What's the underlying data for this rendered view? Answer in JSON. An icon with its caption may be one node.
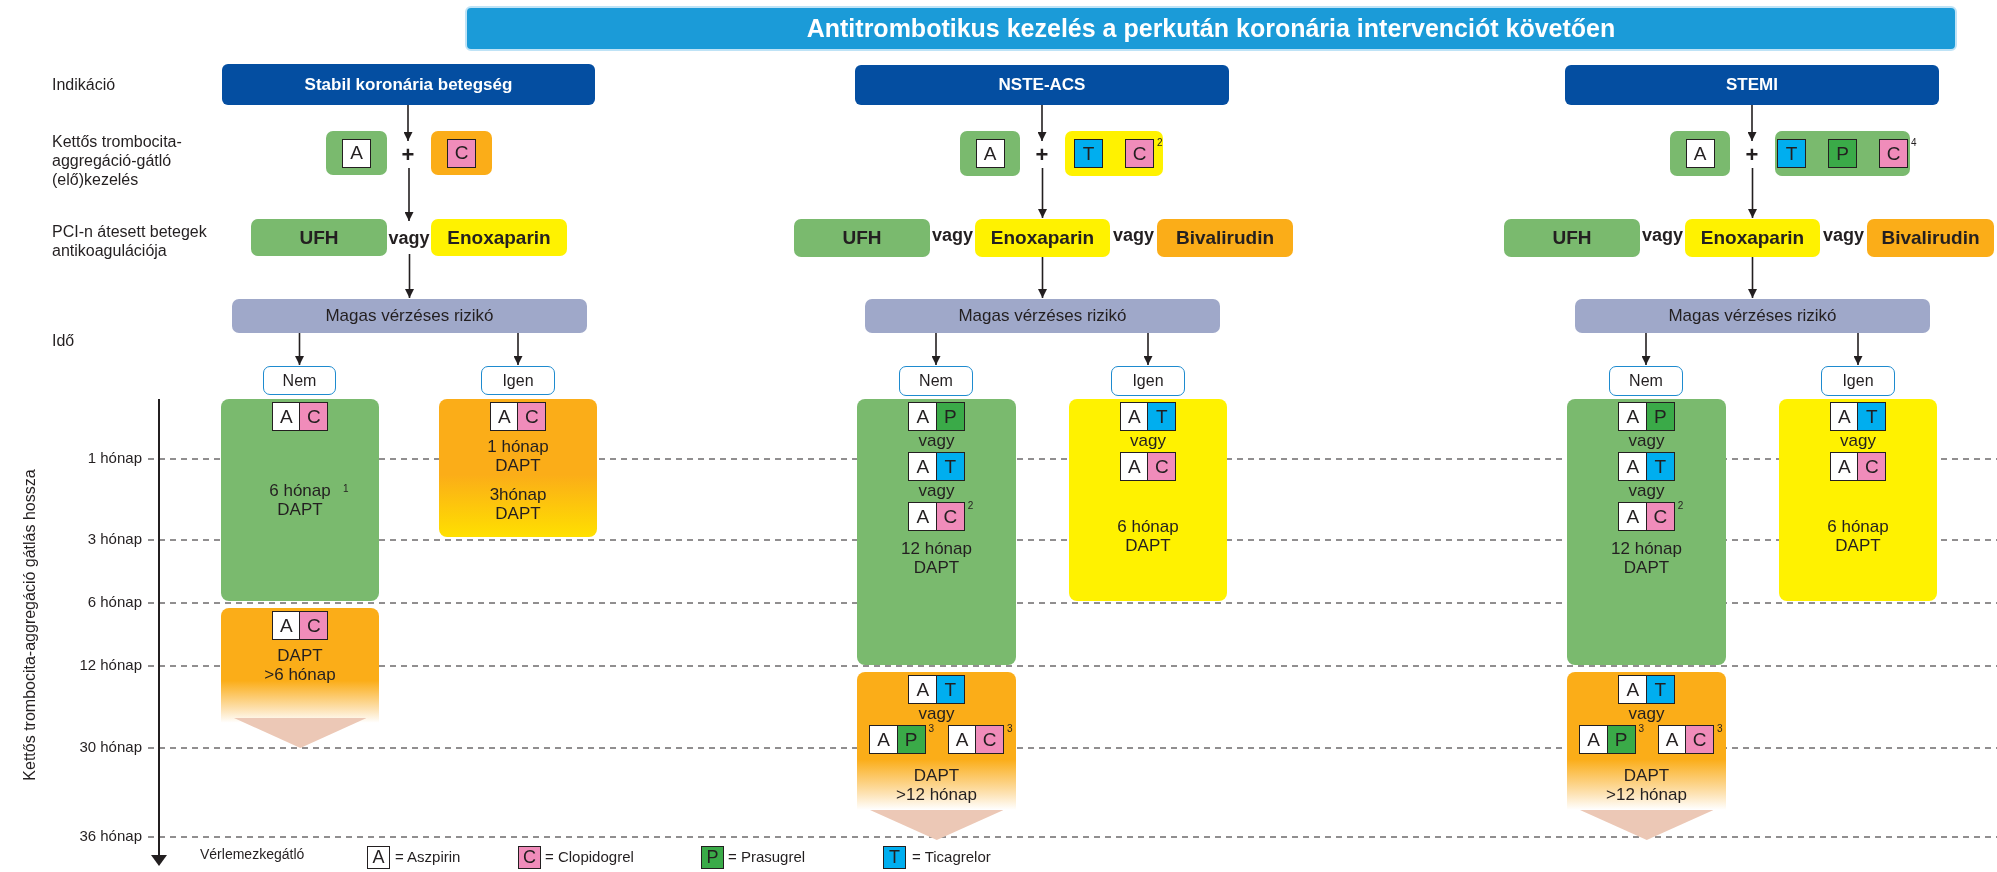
{
  "diagram": {
    "title": "Antitrombotikus kezelés a perkután koronária intervenciót követően",
    "nodes": [
      {
        "text": [
          "Stabil koronária betegség"
        ]
      },
      {
        "text": [],
        "shape": "box"
      },
      {
        "text": [
          "A"
        ],
        "in": 1
      },
      {
        "text": [
          "+"
        ]
      },
      {
        "text": [],
        "shape": "box"
      },
      {
        "text": [
          "C"
        ],
        "in": 4
      },
      {
        "text": [
          "UFH"
        ]
      },
      {
        "text": [
          "vagy"
        ]
      },
      {
        "text": [
          "Enoxaparin"
        ]
      },
      {
        "text": [
          "Magas vérzéses rizikó"
        ]
      },
      {
        "text": [
          "Nem"
        ]
      },
      {
        "text": [
          "Igen"
        ]
      },
      {
        "text": [
          "6 hónap DAPT"
        ],
        "beside": [
          "1"
        ]
      },
      {
        "text": [
          "A"
        ],
        "in": 12
      },
      {
        "text": [
          "C"
        ],
        "in": 12
      },
      {
        "text": [
          "1 hónap DAPT",
          "3hónap DAPT"
        ]
      },
      {
        "text": [
          "A"
        ],
        "in": 15
      },
      {
        "text": [
          "C"
        ],
        "in": 15
      },
      {
        "text": [
          "DAPT >6 hónap"
        ]
      },
      {
        "text": [
          "A"
        ],
        "in": 18
      },
      {
        "text": [
          "C"
        ],
        "in": 18
      },
      {
        "text": [
          "NSTE-ACS"
        ]
      },
      {
        "text": [],
        "shape": "box"
      },
      {
        "text": [
          "A"
        ],
        "in": 22
      },
      {
        "text": [
          "+"
        ]
      },
      {
        "text": [],
        "shape": "box"
      },
      {
        "text": [
          "T"
        ],
        "in": 25
      },
      {
        "text": [
          "C"
        ],
        "in": 25,
        "beside": [
          "2"
        ]
      },
      {
        "text": [
          "UFH"
        ]
      },
      {
        "text": [
          "Enoxaparin"
        ]
      },
      {
        "text": [
          "Bivalirudin"
        ]
      },
      {
        "text": [
          "Magas vérzéses rizikó"
        ]
      },
      {
        "text": [
          "Nem"
        ]
      },
      {
        "text": [
          "Igen"
        ]
      },
      {
        "text": [
          "vagy",
          "vagy",
          "12 hónap DAPT"
        ]
      },
      {
        "text": [
          "A"
        ],
        "in": 34
      },
      {
        "text": [
          "P"
        ],
        "in": 34
      },
      {
        "text": [
          "A"
        ],
        "in": 34
      },
      {
        "text": [
          "T"
        ],
        "in": 34
      },
      {
        "text": [
          "A"
        ],
        "in": 34
      },
      {
        "text": [
          "C"
        ],
        "in": 34,
        "beside": [
          "2"
        ]
      },
      {
        "text": [
          "vagy",
          "6 hónap DAPT"
        ]
      },
      {
        "text": [
          "A"
        ],
        "in": 41
      },
      {
        "text": [
          "T"
        ],
        "in": 41
      },
      {
        "text": [
          "A"
        ],
        "in": 41
      },
      {
        "text": [
          "C"
        ],
        "in": 41
      },
      {
        "text": [
          "vagy",
          "DAPT >12 hónap"
        ]
      },
      {
        "text": [
          "A"
        ],
        "in": 46
      },
      {
        "text": [
          "T"
        ],
        "in": 46
      },
      {
        "text": [
          "A"
        ],
        "in": 46
      },
      {
        "text": [
          "P"
        ],
        "in": 46,
        "beside": [
          "3"
        ]
      },
      {
        "text": [
          "A"
        ],
        "in": 46
      },
      {
        "text": [
          "C"
        ],
        "in": 46,
        "beside": [
          "3"
        ]
      },
      {
        "text": [
          "STEMI"
        ]
      },
      {
        "text": [],
        "shape": "box"
      },
      {
        "text": [
          "A"
        ],
        "in": 54
      },
      {
        "text": [
          "+"
        ]
      },
      {
        "text": [],
        "shape": "box"
      },
      {
        "text": [
          "T"
        ],
        "in": 57
      },
      {
        "text": [
          "P"
        ],
        "in": 57
      },
      {
        "text": [
          "C"
        ],
        "in": 57,
        "beside": [
          "4"
        ]
      },
      {
        "text": [
          "UFH"
        ]
      },
      {
        "text": [
          "Enoxaparin"
        ]
      },
      {
        "text": [
          "Bivalirudin"
        ]
      },
      {
        "text": [
          "Magas vérzéses rizikó"
        ]
      },
      {
        "text": [
          "Nem"
        ]
      },
      {
        "text": [
          "Igen"
        ]
      },
      {
        "text": [
          "vagy",
          "vagy",
          "12 hónap DAPT"
        ]
      },
      {
        "text": [
          "A"
        ],
        "in": 67
      },
      {
        "text": [
          "P"
        ],
        "in": 67
      },
      {
        "text": [
          "A"
        ],
        "in": 67
      },
      {
        "text": [
          "T"
        ],
        "in": 67
      },
      {
        "text": [
          "A"
        ],
        "in": 67
      },
      {
        "text": [
          "C"
        ],
        "in": 67,
        "beside": [
          "2"
        ]
      },
      {
        "text": [
          "vagy",
          "6 hónap DAPT"
        ]
      },
      {
        "text": [
          "A"
        ],
        "in": 74
      },
      {
        "text": [
          "T"
        ],
        "in": 74
      },
      {
        "text": [
          "A"
        ],
        "in": 74
      },
      {
        "text": [
          "C"
        ],
        "in": 74
      },
      {
        "text": [
          "vagy",
          "DAPT >12 hónap"
        ]
      },
      {
        "text": [
          "A"
        ],
        "in": 79
      },
      {
        "text": [
          "T"
        ],
        "in": 79
      },
      {
        "text": [
          "A"
        ],
        "in": 79
      },
      {
        "text": [
          "P"
        ],
        "in": 79,
        "beside": [
          "3"
        ]
      },
      {
        "text": [
          "A"
        ],
        "in": 79
      },
      {
        "text": [
          "C"
        ],
        "in": 79,
        "beside": [
          "3"
        ]
      }
    ],
    "edges": [
      {
        "from": 0,
        "to": 3,
        "arrow": "to"
      },
      {
        "from": 3,
        "to": 7,
        "arrow": "to"
      },
      {
        "from": 7,
        "to": 9,
        "arrow": "to"
      },
      {
        "from": 9,
        "to": 10,
        "arrow": "to"
      },
      {
        "from": 9,
        "to": 11,
        "arrow": "to"
      },
      {
        "from": 21,
        "to": 24,
        "arrow": "to"
      },
      {
        "from": 24,
        "to": 29,
        "arrow": "to"
      },
      {
        "from": 29,
        "to": 31,
        "arrow": "to"
      },
      {
        "from": 31,
        "to": 32,
        "arrow": "to"
      },
      {
        "from": 31,
        "to": 33,
        "arrow": "to"
      },
      {
        "from": 53,
        "to": 56,
        "arrow": "to"
      },
      {
        "from": 56,
        "to": 62,
        "arrow": "to"
      },
      {
        "from": 62,
        "to": 64,
        "arrow": "to"
      },
      {
        "from": 64,
        "to": 65,
        "arrow": "to"
      },
      {
        "from": 64,
        "to": 66,
        "arrow": "to"
      }
    ],
    "labels": [
      "Indikáció",
      "Kettős trombocita-aggregáció-gátló (elő)kezelés",
      "PCI-n átesett betegek antikoagulációja",
      "Idő",
      "vagy",
      "vagy",
      "vagy",
      "vagy",
      "1 hónap",
      "3 hónap",
      "6 hónap",
      "12 hónap",
      "30 hónap",
      "36 hónap",
      "Kettős trombocita-aggregáció gátlás hossza",
      "Vérlemezkegátló",
      "A",
      "C",
      "P",
      "T"
    ],
    "legend": [
      {
        "text": "= Aszpirin",
        "color": "#ffffff"
      },
      {
        "text": "= Clopidogrel",
        "color": "#f08cba"
      },
      {
        "text": "= Prasugrel",
        "color": "#3aaa48"
      },
      {
        "text": "= Ticagrelor",
        "color": "#00aeef"
      }
    ]
  }
}
